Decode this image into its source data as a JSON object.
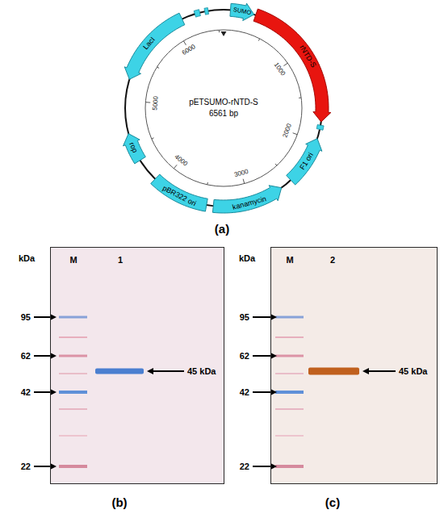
{
  "diagram": {
    "nodes": [
      {
        "text": [
          "M",
          "1"
        ]
      },
      {
        "text": [
          "M",
          "2"
        ]
      }
    ],
    "labels": [
      "LacI",
      "SUMO",
      "rNTD-S",
      "F1 ori",
      "kanamycin",
      "pBR322 ori",
      "rop",
      "1000",
      "2000",
      "3000",
      "4000",
      "5000",
      "6000",
      "pETSUMO-rNTD-S",
      "6561 bp",
      "(a)",
      "kDa",
      "95",
      "62",
      "42",
      "22",
      "45 kDa",
      "(b)",
      "kDa",
      "95",
      "62",
      "42",
      "22",
      "45 kDa",
      "(c)"
    ]
  }
}
